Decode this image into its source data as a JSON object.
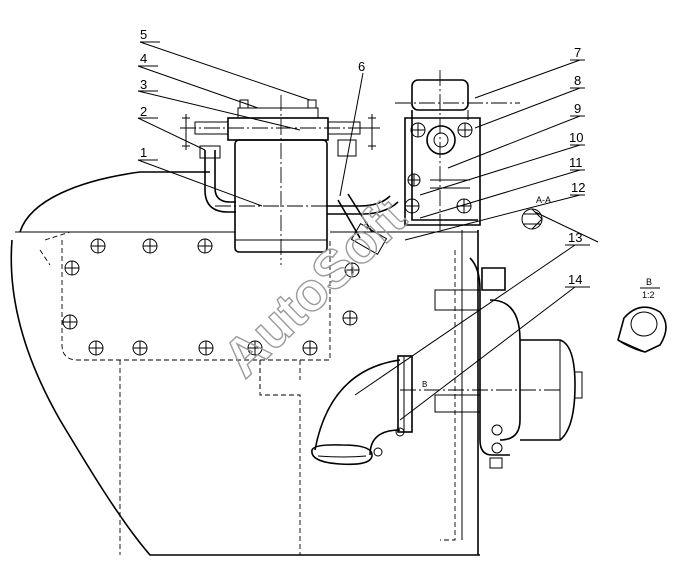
{
  "callouts": [
    "1",
    "2",
    "3",
    "4",
    "5",
    "6",
    "7",
    "8",
    "9",
    "10",
    "11",
    "12",
    "13",
    "14"
  ],
  "section_label": "A-A",
  "view_label": {
    "top": "B",
    "bottom": "1:2"
  },
  "marker_label": "B",
  "watermark": "AutoSoft"
}
